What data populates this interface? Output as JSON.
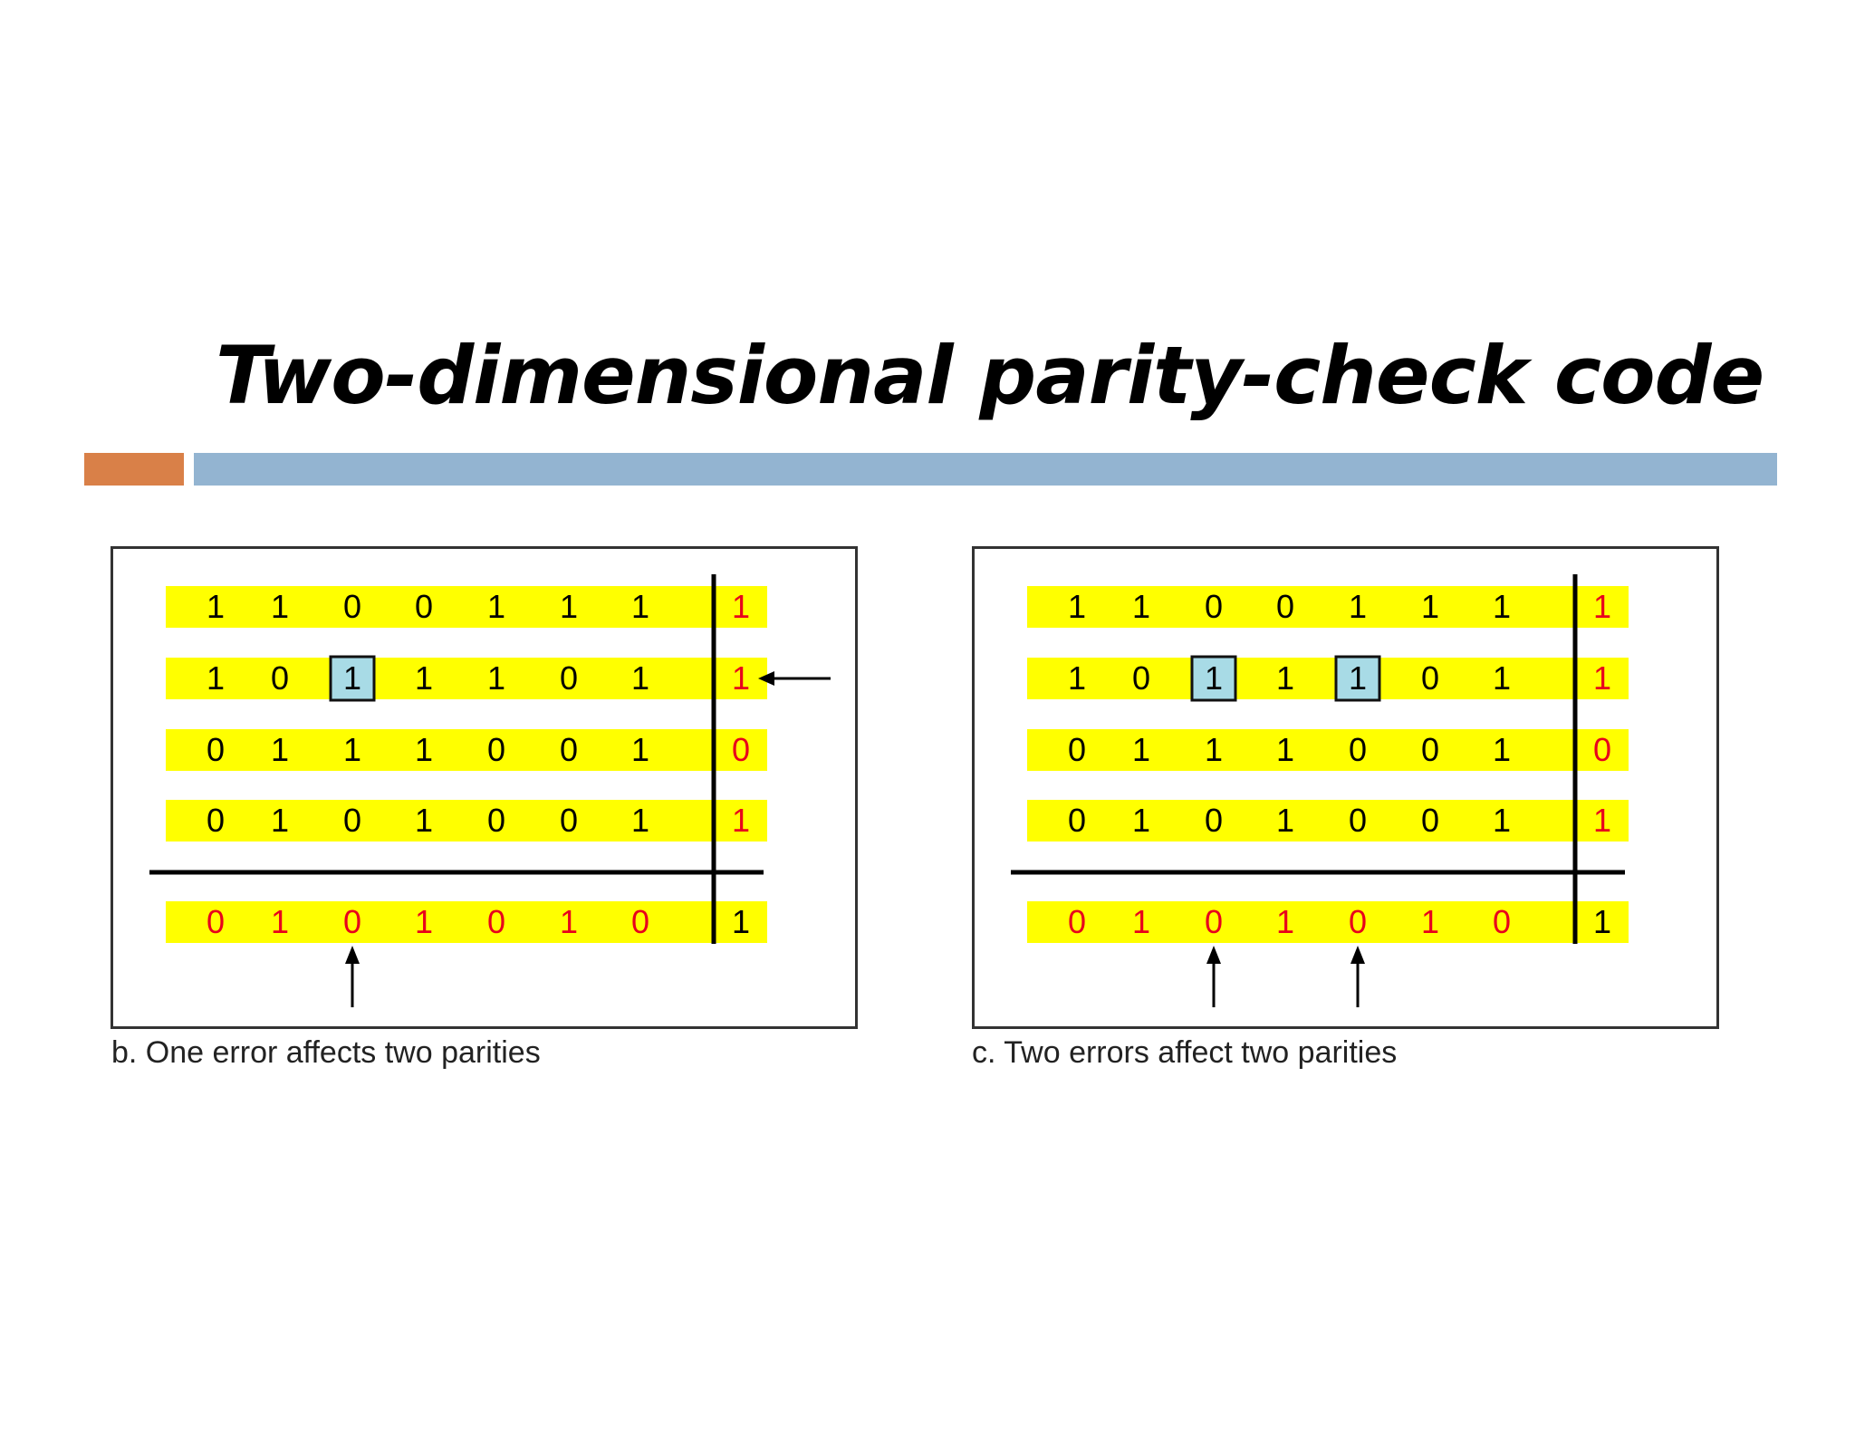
{
  "title": "Two-dimensional parity-check code",
  "colors": {
    "accent_orange": "#d98048",
    "accent_blue": "#93b4d1",
    "row_highlight": "#ffff00",
    "parity_text": "#e8001c",
    "data_text": "#000000",
    "error_box": "#a8dbe6"
  },
  "panels": [
    {
      "id": "b",
      "caption": "b. One error affects two parities",
      "rows": [
        {
          "bits": [
            "1",
            "1",
            "0",
            "0",
            "1",
            "1",
            "1"
          ],
          "parity": "1",
          "arrow": false
        },
        {
          "bits": [
            "1",
            "0",
            "1",
            "1",
            "1",
            "0",
            "1"
          ],
          "parity": "1",
          "arrow": true
        },
        {
          "bits": [
            "0",
            "1",
            "1",
            "1",
            "0",
            "0",
            "1"
          ],
          "parity": "0",
          "arrow": false
        },
        {
          "bits": [
            "0",
            "1",
            "0",
            "1",
            "0",
            "0",
            "1"
          ],
          "parity": "1",
          "arrow": false
        }
      ],
      "parity_row": {
        "bits": [
          "0",
          "1",
          "0",
          "1",
          "0",
          "1",
          "0"
        ],
        "parity": "1"
      },
      "error_cells": [
        [
          1,
          2
        ]
      ],
      "arrow_columns": [
        2
      ]
    },
    {
      "id": "c",
      "caption": "c. Two errors affect two parities",
      "rows": [
        {
          "bits": [
            "1",
            "1",
            "0",
            "0",
            "1",
            "1",
            "1"
          ],
          "parity": "1",
          "arrow": false
        },
        {
          "bits": [
            "1",
            "0",
            "1",
            "1",
            "1",
            "0",
            "1"
          ],
          "parity": "1",
          "arrow": false
        },
        {
          "bits": [
            "0",
            "1",
            "1",
            "1",
            "0",
            "0",
            "1"
          ],
          "parity": "0",
          "arrow": false
        },
        {
          "bits": [
            "0",
            "1",
            "0",
            "1",
            "0",
            "0",
            "1"
          ],
          "parity": "1",
          "arrow": false
        }
      ],
      "parity_row": {
        "bits": [
          "0",
          "1",
          "0",
          "1",
          "0",
          "1",
          "0"
        ],
        "parity": "1"
      },
      "error_cells": [
        [
          1,
          2
        ],
        [
          1,
          4
        ]
      ],
      "arrow_columns": [
        2,
        4
      ]
    }
  ]
}
